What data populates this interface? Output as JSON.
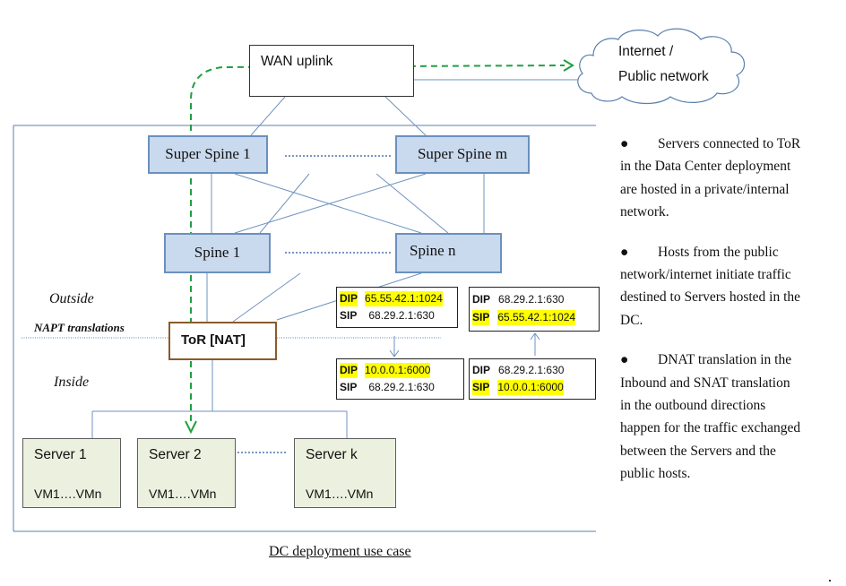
{
  "diagram": {
    "wan": "WAN uplink",
    "internet_line1": "Internet /",
    "internet_line2": "Public network",
    "super_spine_1": "Super Spine 1",
    "super_spine_m": "Super Spine m",
    "spine_1": "Spine 1",
    "spine_n": "Spine n",
    "tor": "ToR [NAT]",
    "outside": "Outside",
    "napt": "NAPT translations",
    "inside": "Inside",
    "servers": [
      {
        "name": "Server 1",
        "vms": "VM1….VMn"
      },
      {
        "name": "Server 2",
        "vms": "VM1….VMn"
      },
      {
        "name": "Server k",
        "vms": "VM1….VMn"
      }
    ],
    "caption": "DC deployment use case"
  },
  "nat_tables": {
    "inbound_before": [
      {
        "key": "DIP",
        "value": "65.55.42.1:1024",
        "highlight": true
      },
      {
        "key": "SIP",
        "value": "68.29.2.1:630",
        "highlight": false
      }
    ],
    "inbound_after": [
      {
        "key": "DIP",
        "value": "10.0.0.1:6000",
        "highlight": true
      },
      {
        "key": "SIP",
        "value": "68.29.2.1:630",
        "highlight": false
      }
    ],
    "outbound_before": [
      {
        "key": "DIP",
        "value": "68.29.2.1:630",
        "highlight": false
      },
      {
        "key": "SIP",
        "value": "10.0.0.1:6000",
        "highlight": true
      }
    ],
    "outbound_after": [
      {
        "key": "DIP",
        "value": "68.29.2.1:630",
        "highlight": false
      },
      {
        "key": "SIP",
        "value": "65.55.42.1:1024",
        "highlight": true
      }
    ]
  },
  "notes": {
    "bullet": "●",
    "items": [
      "Servers connected to ToR in the Data Center deployment are hosted in a private/internal network.",
      "Hosts from the public network/internet initiate traffic destined to Servers hosted in the DC.",
      "DNAT translation in the Inbound and SNAT translation in the outbound directions happen for the traffic exchanged between the Servers and the public hosts."
    ]
  },
  "colors": {
    "spine_fill": "#c9d9ee",
    "spine_border": "#6a90be",
    "link_line": "#6f93c0",
    "tor_border": "#8a5a2b",
    "server_fill": "#ebf1de",
    "flow_arrow": "#20a040",
    "highlight": "#ffff00"
  }
}
